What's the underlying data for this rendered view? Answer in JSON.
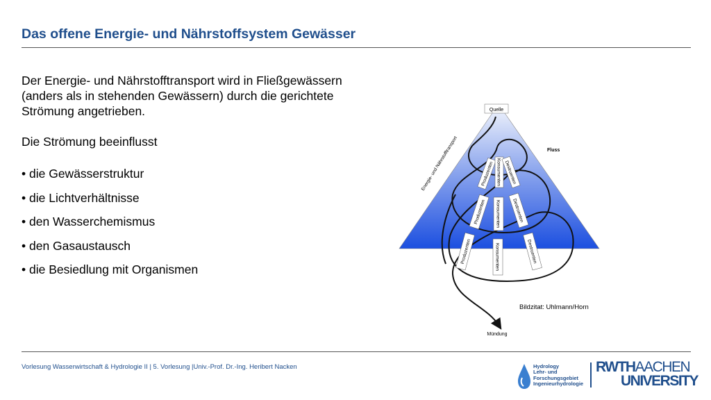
{
  "header": {
    "title": "Das offene Energie- und Nährstoffsystem Gewässer"
  },
  "content": {
    "intro": "Der Energie- und Nährstofftransport wird in Fließgewässern (anders als in stehenden Gewässern) durch die gerichtete Strömung angetrieben.",
    "subheading": "Die Strömung beeinflusst",
    "bullets": [
      "die Gewässerstruktur",
      "die Lichtverhältnisse",
      "den Wasserchemismus",
      "den Gasaustausch",
      "die Besiedlung mit Organismen"
    ]
  },
  "figure": {
    "source_label": "Quelle",
    "mouth_label": "Mündung",
    "river_label": "Fluss",
    "side_label": "Energie- und Nährstofftransport",
    "produzenten": "Produzenten",
    "konsumenten": "Konsumenten",
    "destruenten": "Destruenten",
    "credit": "Bildzitat: Uhlmann/Horn"
  },
  "footer": {
    "lecture": "Vorlesung Wasserwirtschaft & Hydrologie II | 5. Vorlesung |Univ.-Prof. Dr.-Ing. Heribert Nacken",
    "logo_hydro": [
      "Hydrology",
      "Lehr- und",
      "Forschungsgebiet",
      "Ingenieurhydrologie"
    ],
    "logo_rwth_1a": "RWTH",
    "logo_rwth_1b": "AACHEN",
    "logo_rwth_2": "UNIVERSITY"
  },
  "colors": {
    "title": "#1f4e8c",
    "water_top": "#eef3fb",
    "water_bottom": "#1c4fe0"
  }
}
